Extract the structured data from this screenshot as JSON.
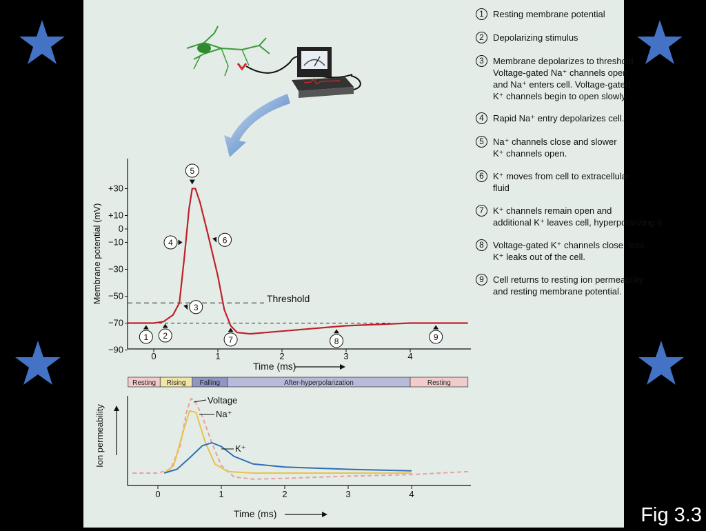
{
  "slide": {
    "caption": "Fig 3.3",
    "star_color": "#4472c4"
  },
  "legend": [
    {
      "num": "1",
      "text": "Resting membrane potential"
    },
    {
      "num": "2",
      "text": "Depolarizing stimulus"
    },
    {
      "num": "3",
      "text": "Membrane depolarizes to threshold\nVoltage-gated Na⁺ channels open\nand Na⁺ enters cell. Voltage-gated\nK⁺ channels begin to open slowly."
    },
    {
      "num": "4",
      "text": "Rapid Na⁺ entry depolarizes cell."
    },
    {
      "num": "5",
      "text": "Na⁺ channels close and slower\nK⁺ channels open."
    },
    {
      "num": "6",
      "text": "K⁺ moves from cell to extracellular\nfluid"
    },
    {
      "num": "7",
      "text": "K⁺ channels remain open and\nadditional K⁺ leaves cell, hyperpolarizing it."
    },
    {
      "num": "8",
      "text": "Voltage-gated K⁺ channels close; less\nK⁺ leaks out of the cell."
    },
    {
      "num": "9",
      "text": "Cell returns to resting ion permeability\nand resting membrane potential."
    }
  ],
  "top_chart": {
    "ylabel": "Membrane potential (mV)",
    "xlabel": "Time (ms)",
    "yticks": [
      "+30",
      "+10",
      "0",
      "−10",
      "−30",
      "−50",
      "−70",
      "−90"
    ],
    "xticks": [
      "0",
      "1",
      "2",
      "3",
      "4"
    ],
    "threshold_label": "Threshold",
    "threshold_mv": -55,
    "resting_mv": -70,
    "markers": [
      "1",
      "2",
      "3",
      "4",
      "5",
      "6",
      "7",
      "8",
      "9"
    ],
    "trace_color": "#c0202a"
  },
  "phase_bar": {
    "segments": [
      {
        "label": "Resting",
        "color": "#f2cccc"
      },
      {
        "label": "Rising",
        "color": "#f2e6a6"
      },
      {
        "label": "Falling",
        "color": "#8f96c4"
      },
      {
        "label": "After-hyperpolarization",
        "color": "#b7bbd9"
      },
      {
        "label": "Resting",
        "color": "#f2cccc"
      }
    ]
  },
  "bottom_chart": {
    "ylabel": "Ion permeability",
    "xlabel": "Time (ms)",
    "xticks": [
      "0",
      "1",
      "2",
      "3",
      "4"
    ],
    "series": [
      {
        "name": "Voltage",
        "color": "#e8a0a0"
      },
      {
        "name": "Na⁺",
        "color": "#e9c24a"
      },
      {
        "name": "K⁺",
        "color": "#2e6fb5"
      }
    ]
  }
}
